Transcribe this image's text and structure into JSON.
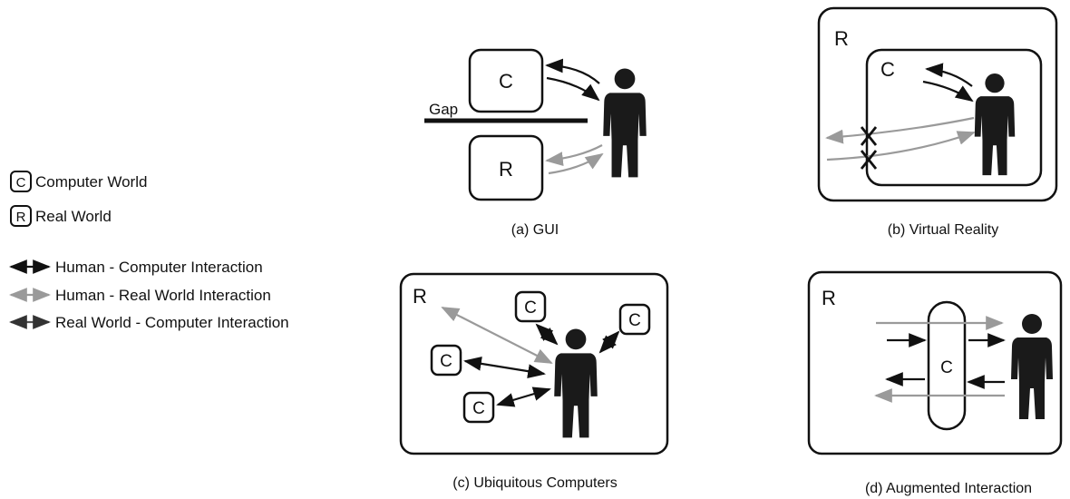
{
  "legend": {
    "computer_world": {
      "letter": "C",
      "label": "Computer World"
    },
    "real_world": {
      "letter": "R",
      "label": "Real World"
    },
    "human_computer": "Human - Computer Interaction",
    "human_real": "Human - Real World Interaction",
    "real_computer": "Real World - Computer Interaction"
  },
  "panels": {
    "gui": {
      "caption": "(a) GUI",
      "c": "C",
      "r": "R",
      "gap": "Gap"
    },
    "vr": {
      "caption": "(b) Virtual Reality",
      "r": "R",
      "c": "C"
    },
    "ubiquitous": {
      "caption": "(c) Ubiquitous Computers",
      "r": "R",
      "c1": "C",
      "c2": "C",
      "c3": "C",
      "c4": "C"
    },
    "augmented": {
      "caption": "(d) Augmented Interaction",
      "r": "R",
      "c": "C"
    }
  },
  "colors": {
    "ink": "#111111",
    "gray": "#9a9a9a",
    "figure": "#1a1a1a"
  }
}
